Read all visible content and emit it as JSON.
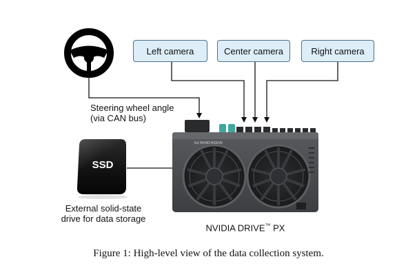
{
  "cameras": {
    "left": "Left camera",
    "center": "Center camera",
    "right": "Right camera"
  },
  "steering": {
    "line1": "Steering wheel angle",
    "line2": "(via CAN bus)"
  },
  "ssd": {
    "badge": "SSD",
    "line1": "External solid-state",
    "line2": "drive for data storage"
  },
  "drive_px": {
    "label_prefix": "NVIDIA DRIVE",
    "label_tm": "™",
    "label_suffix": " PX",
    "device_text": "NVIDIA DRIVE PX"
  },
  "caption": "Figure 1: High-level view of the data collection system.",
  "colors": {
    "camera_box_fill": "#ddeef8",
    "camera_box_border": "#4a6f8c",
    "device_body": "#4a4c4f",
    "connector_teal": "#3fa7a0"
  }
}
